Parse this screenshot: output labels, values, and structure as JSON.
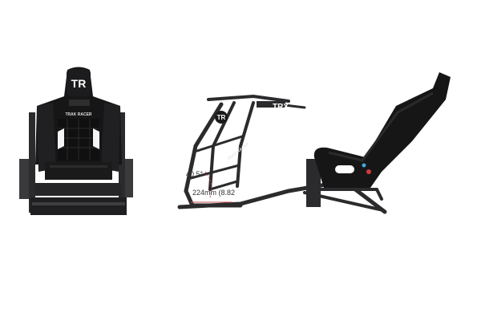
{
  "product": {
    "logo_text": "TR",
    "seat_text": "TRAK RACER",
    "frame_text": "TRAK RACER",
    "brand_badge": "TRX"
  },
  "annotations": {
    "angle": "40.5°",
    "length": "224mm (8.82"
  },
  "colors": {
    "background": "#ffffff",
    "frame": "#2b2b2d",
    "seat": "#161617",
    "accent_blue": "#4aa3d8",
    "accent_red": "#d23a3a",
    "dimension_line": "#c84848"
  }
}
